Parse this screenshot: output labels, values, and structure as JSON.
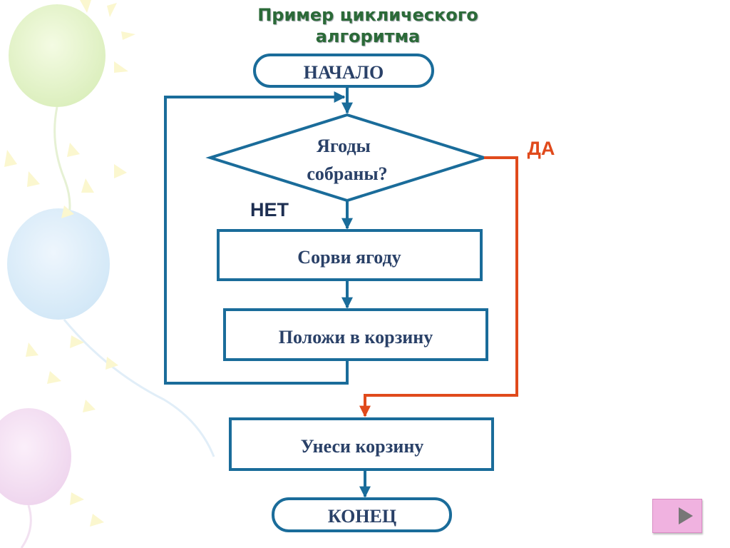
{
  "slide": {
    "title_line1": "Пример циклического",
    "title_line2": "алгоритма"
  },
  "flowchart": {
    "start": "НАЧАЛО",
    "condition_line1": "Ягоды",
    "condition_line2": "собраны?",
    "branch_yes": "ДА",
    "branch_no": "НЕТ",
    "step1": "Сорви ягоду",
    "step2": "Положи в корзину",
    "step3": "Унеси корзину",
    "end": "КОНЕЦ"
  },
  "colors": {
    "shape_stroke": "#1a6c9a",
    "text": "#2a4168",
    "yes_branch": "#e04a1c",
    "title": "#2b6a38",
    "nav_button": "#f0b2e0",
    "nav_arrow": "#777777"
  },
  "navigation": {
    "next_icon": "play-arrow-icon"
  }
}
